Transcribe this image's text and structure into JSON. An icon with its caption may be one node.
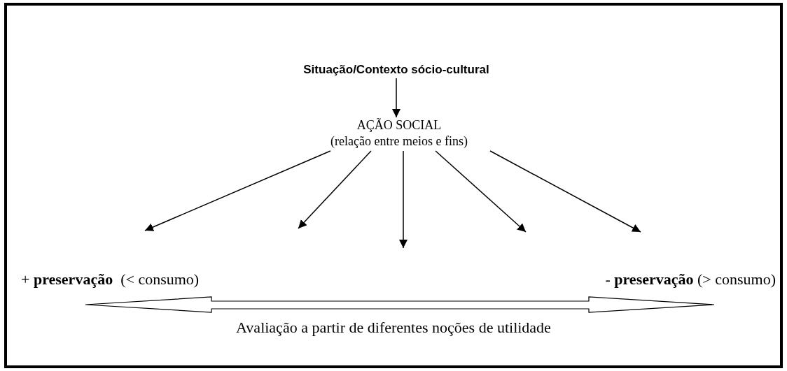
{
  "diagram": {
    "nodes": [
      {
        "text": [
          "Situação/Contexto sócio-cultural"
        ]
      },
      {
        "text": [
          "AÇÃO SOCIAL",
          "(relação entre meios e fins)"
        ]
      }
    ],
    "edges": [
      {
        "from": 0,
        "to": 1,
        "arrow": "to"
      },
      {
        "from": 1,
        "to": null,
        "arrow": "to"
      },
      {
        "from": 1,
        "to": null,
        "arrow": "to"
      },
      {
        "from": 1,
        "to": null,
        "arrow": "to"
      },
      {
        "from": 1,
        "to": null,
        "arrow": "to"
      },
      {
        "from": 1,
        "to": null,
        "arrow": "to"
      }
    ],
    "labels": [
      "+ **preservação**  (< consumo)",
      "- **preservação** (> consumo)",
      "Avaliação a partir de diferentes noções de utilidade"
    ]
  }
}
